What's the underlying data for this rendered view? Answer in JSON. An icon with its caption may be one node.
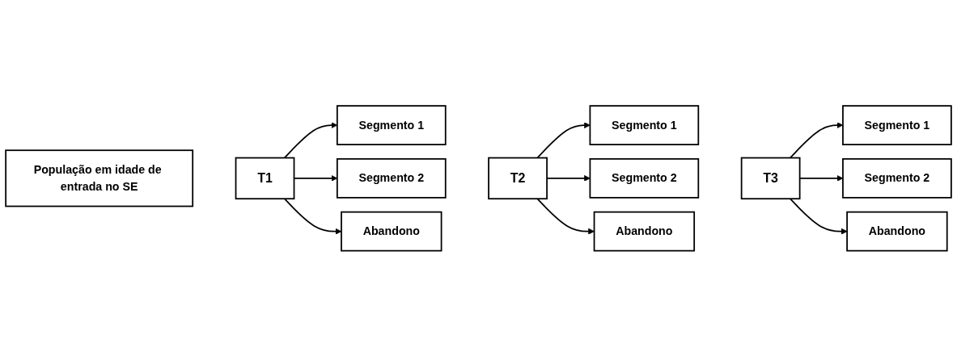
{
  "diagram": {
    "nodes": [
      {
        "text": [
          "População em idade de entrada no SE"
        ]
      },
      {
        "text": [
          "T1"
        ]
      },
      {
        "text": [
          "Segmento 1"
        ]
      },
      {
        "text": [
          "Segmento 2"
        ]
      },
      {
        "text": [
          "Abandono"
        ]
      },
      {
        "text": [
          "T2"
        ]
      },
      {
        "text": [
          "Segmento 1"
        ]
      },
      {
        "text": [
          "Segmento 2"
        ]
      },
      {
        "text": [
          "Abandono"
        ]
      },
      {
        "text": [
          "T3"
        ]
      },
      {
        "text": [
          "Segmento 1"
        ]
      },
      {
        "text": [
          "Segmento 2"
        ]
      },
      {
        "text": [
          "Abandono"
        ]
      }
    ],
    "edges": [
      {
        "from": 1,
        "to": 2,
        "arrow": "to"
      },
      {
        "from": 1,
        "to": 3,
        "arrow": "to"
      },
      {
        "from": 1,
        "to": 4,
        "arrow": "to"
      },
      {
        "from": 5,
        "to": 6,
        "arrow": "to"
      },
      {
        "from": 5,
        "to": 7,
        "arrow": "to"
      },
      {
        "from": 5,
        "to": 8,
        "arrow": "to"
      },
      {
        "from": 9,
        "to": 10,
        "arrow": "to"
      },
      {
        "from": 9,
        "to": 11,
        "arrow": "to"
      },
      {
        "from": 9,
        "to": 12,
        "arrow": "to"
      }
    ]
  }
}
